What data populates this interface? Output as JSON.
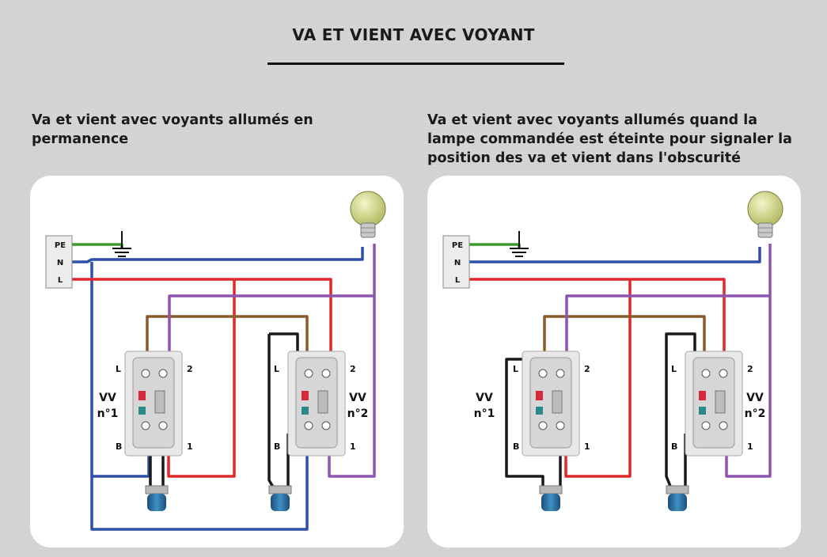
{
  "title": "VA ET VIENT AVEC VOYANT",
  "left": {
    "subtitle": "Va et vient avec voyants allumés en permanence",
    "terminals": [
      "PE",
      "N",
      "L"
    ],
    "switch1": {
      "name_line1": "VV",
      "name_line2": "n°1",
      "term_L": "L",
      "term_2": "2",
      "term_B": "B",
      "term_1": "1"
    },
    "switch2": {
      "name_line1": "VV",
      "name_line2": "n°2",
      "term_L": "L",
      "term_2": "2",
      "term_B": "B",
      "term_1": "1"
    }
  },
  "right": {
    "subtitle": "Va et vient avec voyants allumés quand la lampe commandée est éteinte pour signaler la position des va et vient dans l'obscurité",
    "terminals": [
      "PE",
      "N",
      "L"
    ],
    "switch1": {
      "name_line1": "VV",
      "name_line2": "n°1",
      "term_L": "L",
      "term_2": "2",
      "term_B": "B",
      "term_1": "1"
    },
    "switch2": {
      "name_line1": "VV",
      "name_line2": "n°2",
      "term_L": "L",
      "term_2": "2",
      "term_B": "B",
      "term_1": "1"
    }
  },
  "colors": {
    "neutral": "#2f4fa8",
    "phase": "#e0282a",
    "traveler": "#8a5a2b",
    "lamp_return": "#8e55b0",
    "pilot": "#1a1a1a",
    "earth": "#3a9a2a"
  }
}
